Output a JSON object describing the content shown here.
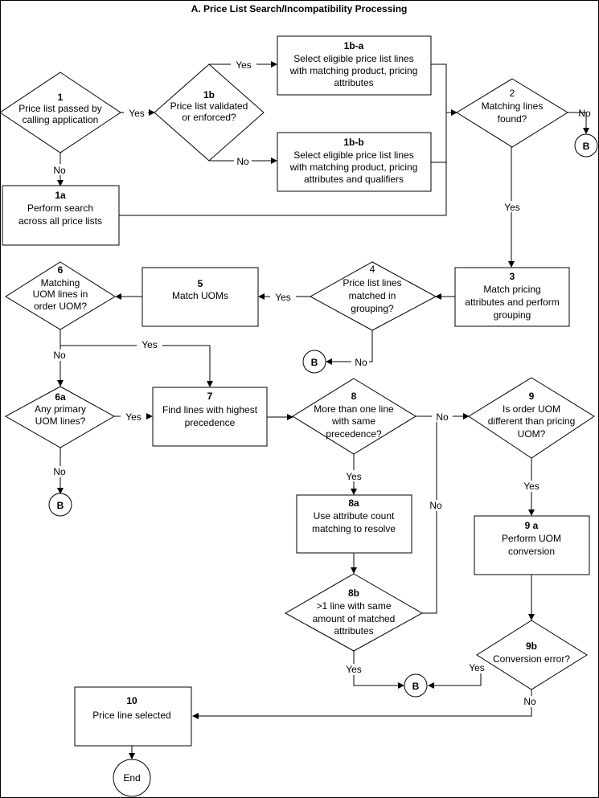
{
  "title": "A. Price List Search/Incompatibility Processing",
  "nodes": {
    "n1": {
      "id": "1",
      "lines": [
        "Price list passed by",
        "calling application"
      ]
    },
    "n1a": {
      "id": "1a",
      "lines": [
        "Perform search",
        "across all price lists"
      ]
    },
    "n1b": {
      "id": "1b",
      "lines": [
        "Price list validated",
        "or enforced?"
      ]
    },
    "n1ba": {
      "id": "1b-a",
      "lines": [
        "Select eligible price list lines",
        "with matching product, pricing",
        "attributes"
      ]
    },
    "n1bb": {
      "id": "1b-b",
      "lines": [
        "Select eligible price list lines",
        "with matching product, pricing",
        "attributes and qualifiers"
      ]
    },
    "n2": {
      "id": "2",
      "lines": [
        "Matching lines",
        "found?"
      ]
    },
    "n3": {
      "id": "3",
      "lines": [
        "Match pricing",
        "attributes and perform",
        "grouping"
      ]
    },
    "n4": {
      "id": "4",
      "lines": [
        "Price list lines",
        "matched in",
        "grouping?"
      ]
    },
    "n5": {
      "id": "5",
      "lines": [
        "Match UOMs"
      ]
    },
    "n6": {
      "id": "6",
      "lines": [
        "Matching",
        "UOM lines in",
        "order UOM?"
      ]
    },
    "n6a": {
      "id": "6a",
      "lines": [
        "Any primary",
        "UOM lines?"
      ]
    },
    "n7": {
      "id": "7",
      "lines": [
        "Find lines with highest",
        "precedence"
      ]
    },
    "n8": {
      "id": "8",
      "lines": [
        "More than one line",
        "with same",
        "precedence?"
      ]
    },
    "n8a": {
      "id": "8a",
      "lines": [
        "Use attribute count",
        "matching to resolve"
      ]
    },
    "n8b": {
      "id": "8b",
      "lines": [
        ">1 line with same",
        "amount of matched",
        "attributes"
      ]
    },
    "n9": {
      "id": "9",
      "lines": [
        "Is order UOM",
        "different than pricing",
        "UOM?"
      ]
    },
    "n9a": {
      "id": "9 a",
      "lines": [
        "Perform UOM",
        "conversion"
      ]
    },
    "n9b": {
      "id": "9b",
      "lines": [
        "Conversion error?"
      ]
    },
    "n10": {
      "id": "10",
      "lines": [
        "Price line selected"
      ]
    },
    "end": {
      "label": "End"
    }
  },
  "connector_label": "B",
  "edge_labels": {
    "yes": "Yes",
    "no": "No"
  }
}
